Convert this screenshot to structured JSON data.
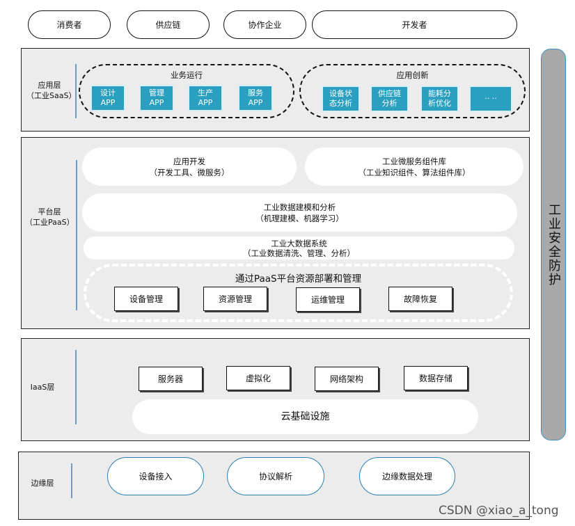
{
  "top_roles": [
    "消费者",
    "供应链",
    "协作企业",
    "开发者"
  ],
  "saas": {
    "label": "应用层\n（工业SaaS）",
    "business_title": "业务运行",
    "business_apps": [
      "设计\nAPP",
      "管理\nAPP",
      "生产\nAPP",
      "服务\nAPP"
    ],
    "innovation_title": "应用创新",
    "innovation_apps": [
      "设备状\n态分析",
      "供应链\n分析",
      "能耗分\n析优化",
      "·· ··"
    ]
  },
  "paas": {
    "label": "平台层\n（工业PaaS）",
    "app_dev": {
      "title": "应用开发",
      "detail": "（开发工具、微服务）"
    },
    "micro_lib": {
      "title": "工业微服务组件库",
      "detail": "（工业知识组件、算法组件库）"
    },
    "modeling": {
      "title": "工业数据建模和分析",
      "detail": "（机理建模、机器学习）"
    },
    "bigdata": {
      "title": "工业大数据系统",
      "detail": "（工业数据清洗、管理、分析）"
    },
    "deploy_title": "通过PaaS平台资源部署和管理",
    "deploy_items": [
      "设备管理",
      "资源管理",
      "运维管理",
      "故障恢复"
    ]
  },
  "iaas": {
    "label": "IaaS层",
    "items": [
      "服务器",
      "虚拟化",
      "网络架构",
      "数据存储"
    ],
    "base": "云基础设施"
  },
  "edge": {
    "label": "边缘层",
    "items": [
      "设备接入",
      "协议解析",
      "边缘数据处理"
    ]
  },
  "security": "工业安全防护",
  "watermark": "CSDN @xiao_a_tong"
}
